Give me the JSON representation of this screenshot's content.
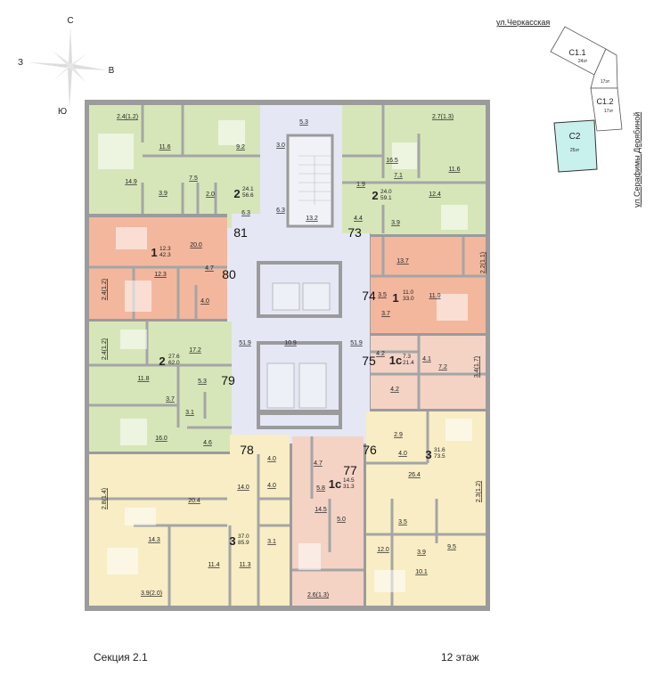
{
  "compass": {
    "north": "С",
    "south": "Ю",
    "west": "З",
    "east": "В"
  },
  "site_plan": {
    "street_top": "ул.Черкасская",
    "street_right": "ул.Серафимы Дерябиной",
    "sections": [
      {
        "name": "С1.1",
        "floors": "24эт"
      },
      {
        "name": "",
        "floors": "17эт"
      },
      {
        "name": "С1.2",
        "floors": "17эт"
      },
      {
        "name": "С2",
        "floors": "25эт",
        "highlighted": true
      }
    ],
    "highlight_color": "#c8f0ec"
  },
  "colors": {
    "green": "#d7e6b9",
    "salmon": "#f3b79e",
    "pink": "#f4d3c5",
    "yellow": "#f8edc4",
    "corridor": "#e5e7f5",
    "wall": "#9b9b9b"
  },
  "apartments": {
    "81": {
      "number": "81",
      "rooms": "2",
      "living": "24.1",
      "total": "56.6",
      "areas": [
        "2.4(1.2)",
        "11.6",
        "9.2",
        "14.9",
        "7.5",
        "3.9",
        "2.0",
        "6.3"
      ]
    },
    "80": {
      "number": "80",
      "rooms": "1",
      "living": "12.3",
      "total": "42.3",
      "areas": [
        "20.0",
        "4.7",
        "12.3",
        "2.4(1.2)",
        "4.0"
      ]
    },
    "79": {
      "number": "79",
      "rooms": "2",
      "living": "27.6",
      "total": "62.0",
      "areas": [
        "2.4(1.2)",
        "17.2",
        "11.8",
        "5.3",
        "3.7",
        "3.1",
        "16.0",
        "4.6"
      ]
    },
    "78": {
      "number": "78",
      "rooms": "3",
      "living": "37.0",
      "total": "85.9",
      "areas": [
        "4.0",
        "14.0",
        "4.0",
        "20.4",
        "2.8(1.4)",
        "14.3",
        "3.1",
        "11.4",
        "11.3",
        "3.9(2.0)"
      ]
    },
    "77": {
      "number": "77",
      "rooms": "1с",
      "living": "14.5",
      "total": "31.3",
      "areas": [
        "4.7",
        "5.8",
        "14.5",
        "5.0",
        "2.6(1.3)"
      ]
    },
    "76": {
      "number": "76",
      "rooms": "3",
      "living": "31.6",
      "total": "73.5",
      "areas": [
        "2.9",
        "4.0",
        "26.4",
        "2.3(1.2)",
        "3.5",
        "12.0",
        "3.9",
        "9.5",
        "10.1"
      ]
    },
    "75": {
      "number": "75",
      "rooms": "1с",
      "living": "7.3",
      "total": "21.4",
      "areas": [
        "4.2",
        "4.1",
        "7.2",
        "3.4(1.7)",
        "4.2"
      ]
    },
    "74": {
      "number": "74",
      "rooms": "1",
      "living": "11.0",
      "total": "33.0",
      "areas": [
        "13.7",
        "2.2(1.1)",
        "3.5",
        "11.0",
        "3.7"
      ]
    },
    "73": {
      "number": "73",
      "rooms": "2",
      "living": "24.0",
      "total": "59.1",
      "areas": [
        "2.7(1.3)",
        "16.5",
        "11.6",
        "7.1",
        "1.9",
        "12.4",
        "4.4",
        "3.9"
      ]
    }
  },
  "common": {
    "areas": [
      "5.3",
      "3.0",
      "6.3",
      "13.2",
      "10.9",
      "51.9",
      "51.9"
    ]
  },
  "footer": {
    "section": "Секция 2.1",
    "floor": "12 этаж"
  }
}
